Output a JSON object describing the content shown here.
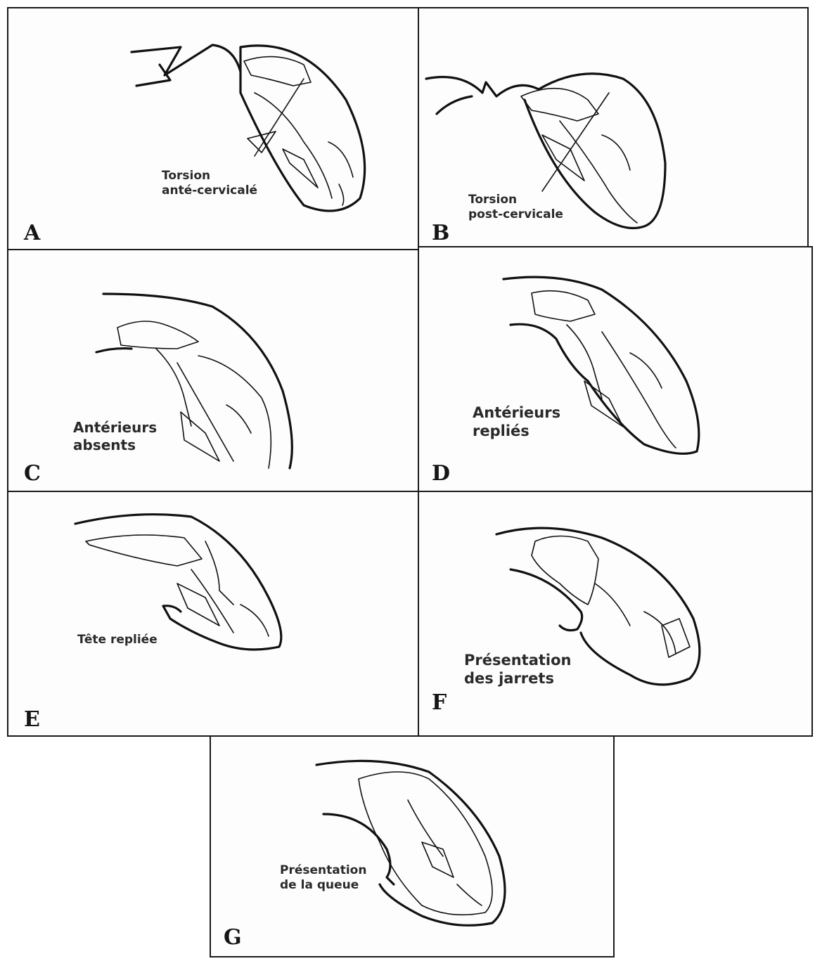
{
  "panels": [
    {
      "id": "A",
      "letter": "A",
      "caption": [
        "Torsion",
        "anté-cervicalé"
      ]
    },
    {
      "id": "B",
      "letter": "B",
      "caption": [
        "Torsion",
        "post-cervicale"
      ]
    },
    {
      "id": "C",
      "letter": "C",
      "caption": [
        "Antérieurs",
        "absents"
      ]
    },
    {
      "id": "D",
      "letter": "D",
      "caption": [
        "Antérieurs",
        "repliés"
      ]
    },
    {
      "id": "E",
      "letter": "E",
      "caption": [
        "Tête repliée"
      ]
    },
    {
      "id": "F",
      "letter": "F",
      "caption": [
        "Présentation",
        "des jarrets"
      ]
    },
    {
      "id": "G",
      "letter": "G",
      "caption": [
        "Présentation",
        "de la queue"
      ]
    }
  ]
}
